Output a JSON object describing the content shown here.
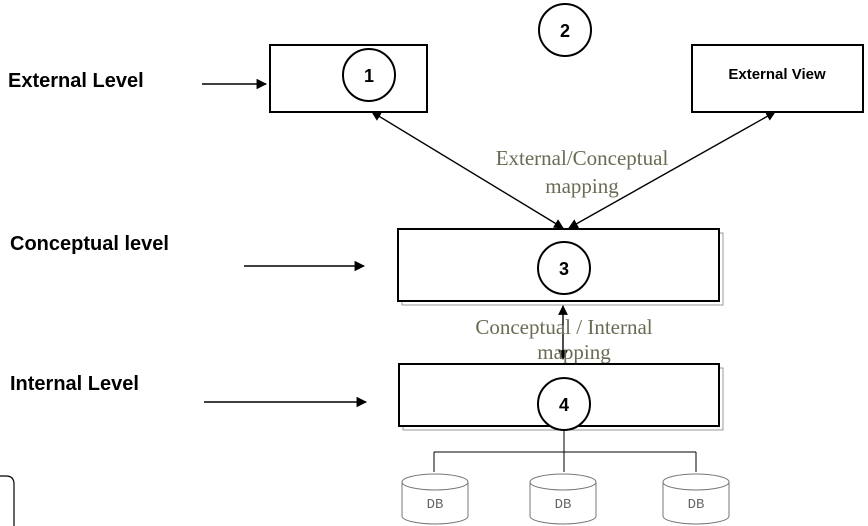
{
  "levels": {
    "external": "External Level",
    "conceptual": "Conceptual level",
    "internal": "Internal Level"
  },
  "boxes": {
    "external_view": "External View"
  },
  "numbers": {
    "one": "1",
    "two": "2",
    "three": "3",
    "four": "4"
  },
  "mappings": {
    "ext_concept_line1": "External/Conceptual",
    "ext_concept_line2": "mapping",
    "concept_internal_line1": "Conceptual / Internal",
    "concept_internal_line2": "mapping"
  },
  "databases": [
    "DB",
    "DB",
    "DB"
  ]
}
